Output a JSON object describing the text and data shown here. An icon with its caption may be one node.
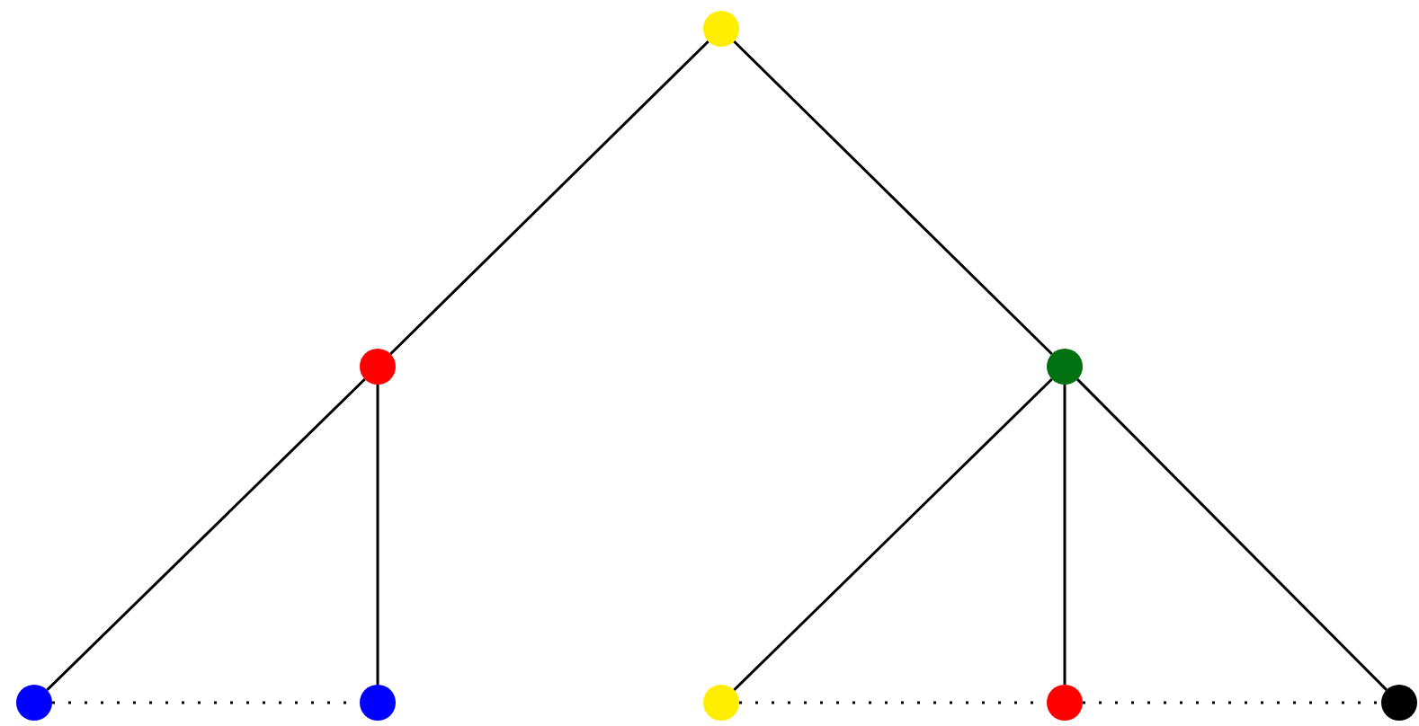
{
  "diagram": {
    "nodes": [
      {
        "text": [],
        "shape": "circle"
      },
      {
        "text": [],
        "shape": "circle"
      },
      {
        "text": [],
        "shape": "circle"
      },
      {
        "text": [],
        "shape": "circle"
      },
      {
        "text": [],
        "shape": "circle"
      },
      {
        "text": [],
        "shape": "circle"
      },
      {
        "text": [],
        "shape": "circle"
      },
      {
        "text": [],
        "shape": "circle"
      }
    ],
    "edges": [
      {
        "from": 0,
        "to": 1,
        "arrow": "none"
      },
      {
        "from": 0,
        "to": 2,
        "arrow": "none"
      },
      {
        "from": 1,
        "to": 3,
        "arrow": "none"
      },
      {
        "from": 1,
        "to": 4,
        "arrow": "none"
      },
      {
        "from": 2,
        "to": 5,
        "arrow": "none"
      },
      {
        "from": 2,
        "to": 6,
        "arrow": "none"
      },
      {
        "from": 2,
        "to": 7,
        "arrow": "none"
      },
      {
        "from": 3,
        "to": 4,
        "arrow": "none",
        "style": "dashed"
      },
      {
        "from": 5,
        "to": 6,
        "arrow": "none",
        "style": "dashed"
      },
      {
        "from": 6,
        "to": 7,
        "arrow": "none",
        "style": "dashed"
      }
    ]
  }
}
